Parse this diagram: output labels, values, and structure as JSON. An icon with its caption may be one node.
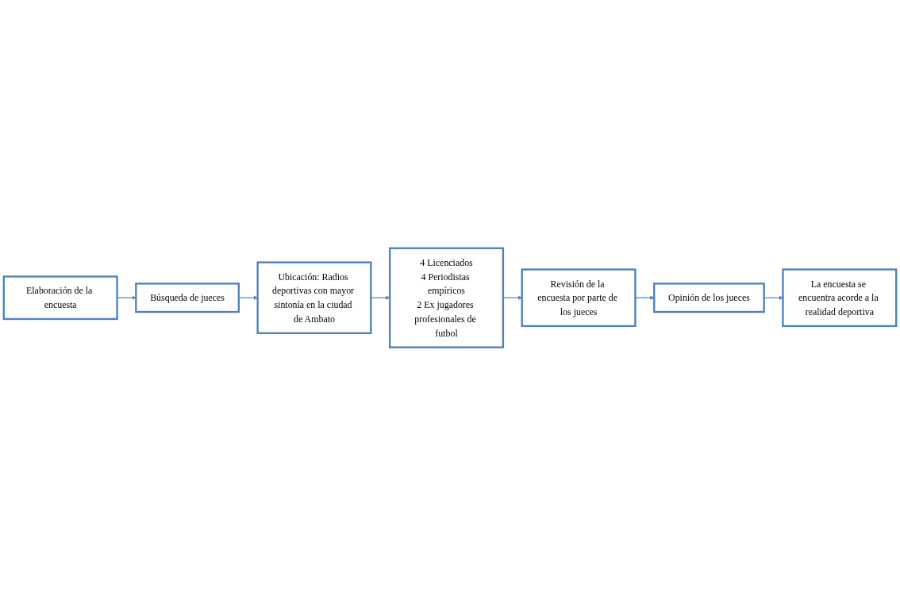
{
  "diagram": {
    "nodes": [
      {
        "text": [
          "Elaboración de la encuesta"
        ]
      },
      {
        "text": [
          "Búsqueda de jueces"
        ]
      },
      {
        "text": [
          "Ubicación: Radios deportivas con mayor sintonía en la ciudad de Ambato"
        ]
      },
      {
        "text": [
          "4 Licenciados",
          "4 Periodistas empíricos",
          "2 Ex jugadores profesionales de futbol"
        ]
      },
      {
        "text": [
          "Revisión de la encuesta por parte de los jueces"
        ]
      },
      {
        "text": [
          "Opinión de los jueces"
        ]
      },
      {
        "text": [
          "La encuesta se encuentra acorde a la realidad deportiva"
        ]
      }
    ],
    "edges": [
      {
        "from": 0,
        "to": 1,
        "arrow": "to"
      },
      {
        "from": 1,
        "to": 2,
        "arrow": "to"
      },
      {
        "from": 2,
        "to": 3,
        "arrow": "to"
      },
      {
        "from": 3,
        "to": 4,
        "arrow": "to"
      },
      {
        "from": 4,
        "to": 5,
        "arrow": "to"
      },
      {
        "from": 5,
        "to": 6,
        "arrow": "to"
      }
    ]
  }
}
